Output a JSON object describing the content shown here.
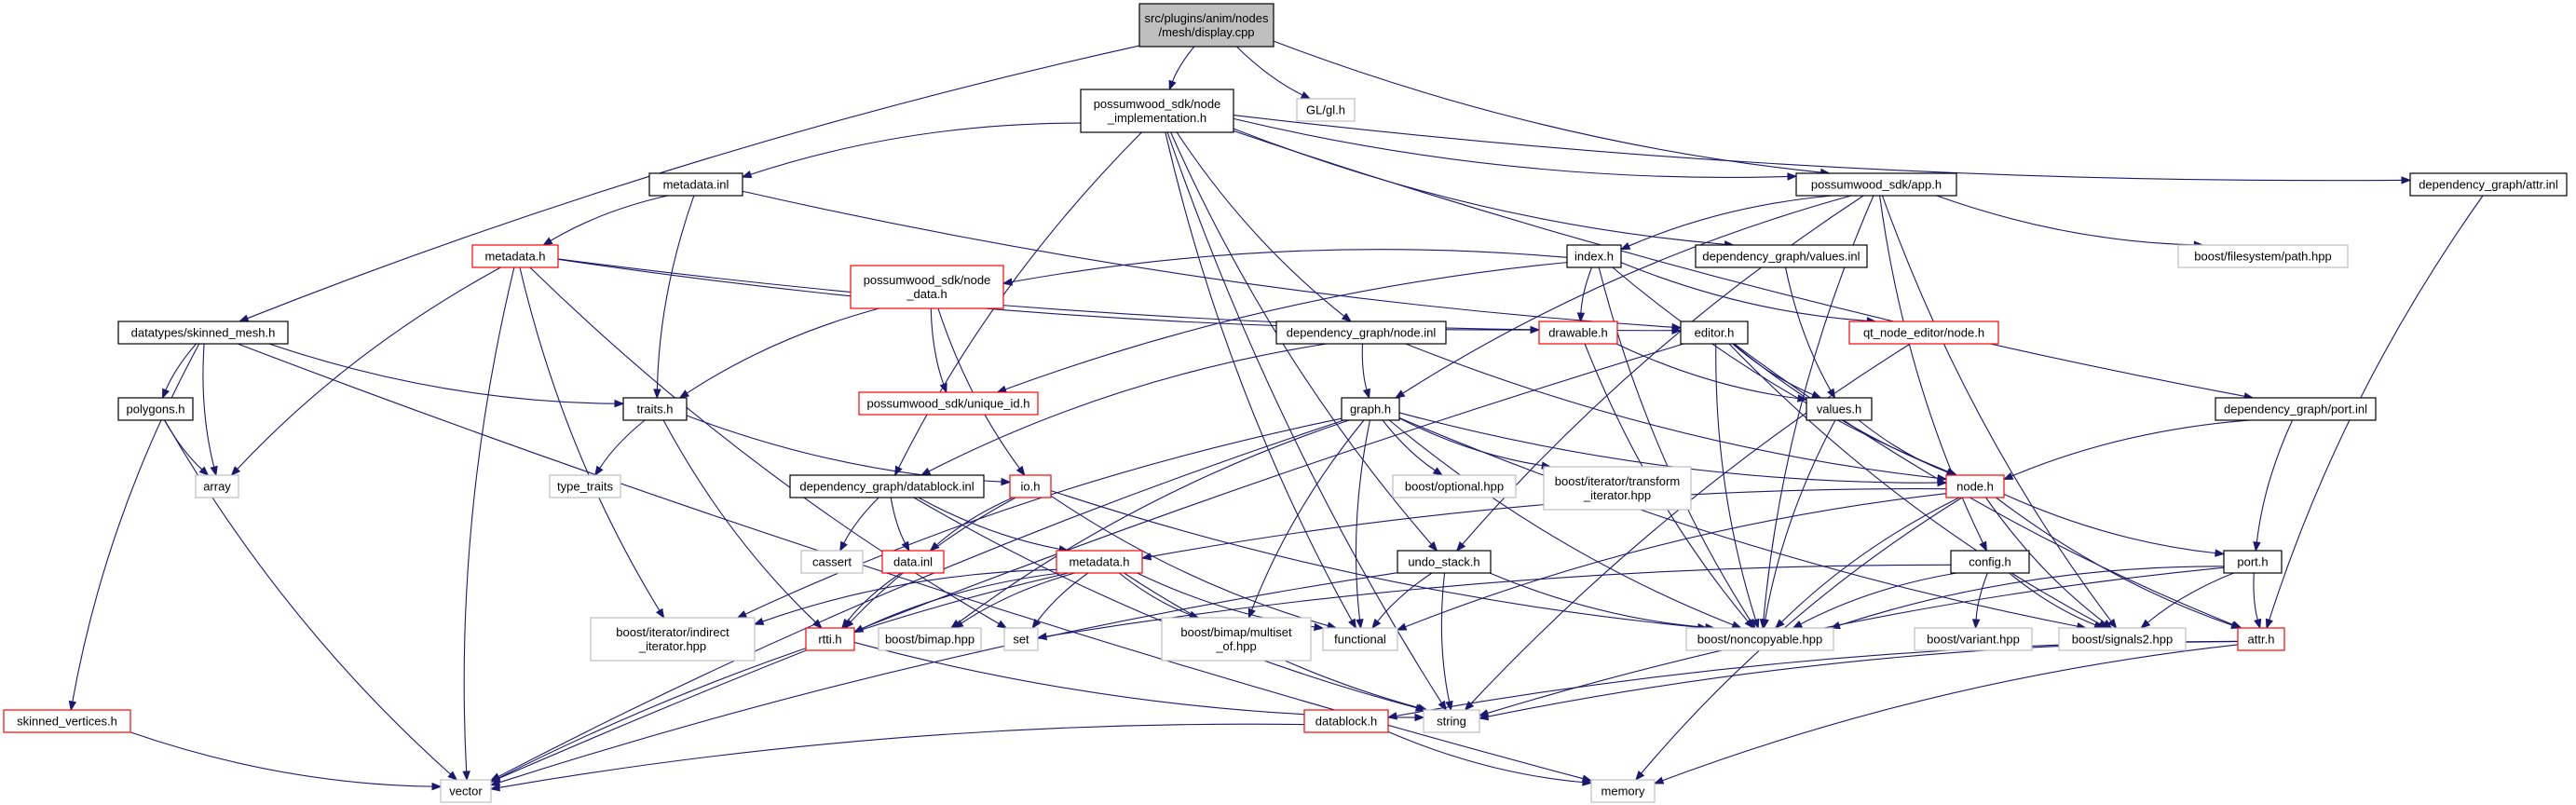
{
  "title": "",
  "colors": {
    "root_fill": "#bfbfbf",
    "root_border": "#000000",
    "local_border": "#000000",
    "missing_border": "#ff0000",
    "system_border": "#bfbfbf",
    "edge": "#191970"
  },
  "nodes": [
    {
      "id": "display_cpp",
      "lines": [
        "src/plugins/anim/nodes",
        "/mesh/display.cpp"
      ],
      "kind": "root"
    },
    {
      "id": "node_implementation_h",
      "lines": [
        "possumwood_sdk/node",
        "_implementation.h"
      ],
      "kind": "local"
    },
    {
      "id": "gl_h",
      "lines": [
        "GL/gl.h"
      ],
      "kind": "system"
    },
    {
      "id": "skinned_mesh_h",
      "lines": [
        "datatypes/skinned_mesh.h"
      ],
      "kind": "local"
    },
    {
      "id": "metadata_inl",
      "lines": [
        "metadata.inl"
      ],
      "kind": "local"
    },
    {
      "id": "app_h",
      "lines": [
        "possumwood_sdk/app.h"
      ],
      "kind": "local"
    },
    {
      "id": "attr_inl",
      "lines": [
        "dependency_graph/attr.inl"
      ],
      "kind": "local"
    },
    {
      "id": "metadata_h_top",
      "lines": [
        "metadata.h"
      ],
      "kind": "missing"
    },
    {
      "id": "values_inl",
      "lines": [
        "dependency_graph/values.inl"
      ],
      "kind": "local"
    },
    {
      "id": "filesystem_path_hpp",
      "lines": [
        "boost/filesystem/path.hpp"
      ],
      "kind": "system"
    },
    {
      "id": "index_h",
      "lines": [
        "index.h"
      ],
      "kind": "local"
    },
    {
      "id": "node_data_h",
      "lines": [
        "possumwood_sdk/node",
        "_data.h"
      ],
      "kind": "missing"
    },
    {
      "id": "drawable_h",
      "lines": [
        "drawable.h"
      ],
      "kind": "missing"
    },
    {
      "id": "editor_h",
      "lines": [
        "editor.h"
      ],
      "kind": "local"
    },
    {
      "id": "qt_node_editor_node_h",
      "lines": [
        "qt_node_editor/node.h"
      ],
      "kind": "missing"
    },
    {
      "id": "node_inl",
      "lines": [
        "dependency_graph/node.inl"
      ],
      "kind": "local"
    },
    {
      "id": "unique_id_h",
      "lines": [
        "possumwood_sdk/unique_id.h"
      ],
      "kind": "missing"
    },
    {
      "id": "polygons_h",
      "lines": [
        "polygons.h"
      ],
      "kind": "local"
    },
    {
      "id": "traits_h",
      "lines": [
        "traits.h"
      ],
      "kind": "local"
    },
    {
      "id": "graph_h",
      "lines": [
        "graph.h"
      ],
      "kind": "local"
    },
    {
      "id": "values_h",
      "lines": [
        "values.h"
      ],
      "kind": "local"
    },
    {
      "id": "port_inl",
      "lines": [
        "dependency_graph/port.inl"
      ],
      "kind": "local"
    },
    {
      "id": "array",
      "lines": [
        "array"
      ],
      "kind": "system"
    },
    {
      "id": "type_traits",
      "lines": [
        "type_traits"
      ],
      "kind": "system"
    },
    {
      "id": "datablock_inl",
      "lines": [
        "dependency_graph/datablock.inl"
      ],
      "kind": "local"
    },
    {
      "id": "io_h",
      "lines": [
        "io.h"
      ],
      "kind": "missing"
    },
    {
      "id": "boost_optional",
      "lines": [
        "boost/optional.hpp"
      ],
      "kind": "system"
    },
    {
      "id": "transform_iterator",
      "lines": [
        "boost/iterator/transform",
        "_iterator.hpp"
      ],
      "kind": "system"
    },
    {
      "id": "node_h",
      "lines": [
        "node.h"
      ],
      "kind": "missing"
    },
    {
      "id": "cassert",
      "lines": [
        "cassert"
      ],
      "kind": "system"
    },
    {
      "id": "data_inl",
      "lines": [
        "data.inl"
      ],
      "kind": "missing"
    },
    {
      "id": "metadata_h_mid",
      "lines": [
        "metadata.h"
      ],
      "kind": "missing"
    },
    {
      "id": "undo_stack_h",
      "lines": [
        "undo_stack.h"
      ],
      "kind": "local"
    },
    {
      "id": "config_h",
      "lines": [
        "config.h"
      ],
      "kind": "local"
    },
    {
      "id": "port_h",
      "lines": [
        "port.h"
      ],
      "kind": "local"
    },
    {
      "id": "indirect_iterator",
      "lines": [
        "boost/iterator/indirect",
        "_iterator.hpp"
      ],
      "kind": "system"
    },
    {
      "id": "rtti_h",
      "lines": [
        "rtti.h"
      ],
      "kind": "missing"
    },
    {
      "id": "bimap_hpp",
      "lines": [
        "boost/bimap.hpp"
      ],
      "kind": "system"
    },
    {
      "id": "set",
      "lines": [
        "set"
      ],
      "kind": "system"
    },
    {
      "id": "multiset_of",
      "lines": [
        "boost/bimap/multiset",
        "_of.hpp"
      ],
      "kind": "system"
    },
    {
      "id": "functional",
      "lines": [
        "functional"
      ],
      "kind": "system"
    },
    {
      "id": "noncopyable",
      "lines": [
        "boost/noncopyable.hpp"
      ],
      "kind": "system"
    },
    {
      "id": "variant",
      "lines": [
        "boost/variant.hpp"
      ],
      "kind": "system"
    },
    {
      "id": "signals2",
      "lines": [
        "boost/signals2.hpp"
      ],
      "kind": "system"
    },
    {
      "id": "attr_h",
      "lines": [
        "attr.h"
      ],
      "kind": "missing"
    },
    {
      "id": "skinned_vertices_h",
      "lines": [
        "skinned_vertices.h"
      ],
      "kind": "missing"
    },
    {
      "id": "datablock_h",
      "lines": [
        "datablock.h"
      ],
      "kind": "missing"
    },
    {
      "id": "string",
      "lines": [
        "string"
      ],
      "kind": "system"
    },
    {
      "id": "vector",
      "lines": [
        "vector"
      ],
      "kind": "system"
    },
    {
      "id": "memory",
      "lines": [
        "memory"
      ],
      "kind": "system"
    }
  ],
  "edges": [
    [
      "display_cpp",
      "node_implementation_h"
    ],
    [
      "display_cpp",
      "gl_h"
    ],
    [
      "display_cpp",
      "skinned_mesh_h"
    ],
    [
      "display_cpp",
      "app_h"
    ],
    [
      "node_implementation_h",
      "metadata_inl"
    ],
    [
      "node_implementation_h",
      "app_h"
    ],
    [
      "node_implementation_h",
      "attr_inl"
    ],
    [
      "node_implementation_h",
      "values_inl"
    ],
    [
      "node_implementation_h",
      "node_inl"
    ],
    [
      "node_implementation_h",
      "port_inl"
    ],
    [
      "node_implementation_h",
      "datablock_inl"
    ],
    [
      "node_implementation_h",
      "undo_stack_h"
    ],
    [
      "node_implementation_h",
      "functional"
    ],
    [
      "node_implementation_h",
      "string"
    ],
    [
      "metadata_inl",
      "metadata_h_top"
    ],
    [
      "metadata_inl",
      "traits_h"
    ],
    [
      "metadata_inl",
      "editor_h"
    ],
    [
      "metadata_h_top",
      "drawable_h"
    ],
    [
      "metadata_h_top",
      "editor_h"
    ],
    [
      "metadata_h_top",
      "array"
    ],
    [
      "metadata_h_top",
      "indirect_iterator"
    ],
    [
      "metadata_h_top",
      "set"
    ],
    [
      "metadata_h_top",
      "vector"
    ],
    [
      "skinned_mesh_h",
      "polygons_h"
    ],
    [
      "skinned_mesh_h",
      "traits_h"
    ],
    [
      "skinned_mesh_h",
      "array"
    ],
    [
      "skinned_mesh_h",
      "skinned_vertices_h"
    ],
    [
      "skinned_mesh_h",
      "memory"
    ],
    [
      "polygons_h",
      "array"
    ],
    [
      "polygons_h",
      "vector"
    ],
    [
      "app_h",
      "index_h"
    ],
    [
      "app_h",
      "filesystem_path_hpp"
    ],
    [
      "app_h",
      "graph_h"
    ],
    [
      "app_h",
      "config_h"
    ],
    [
      "app_h",
      "noncopyable"
    ],
    [
      "app_h",
      "signals2"
    ],
    [
      "app_h",
      "undo_stack_h"
    ],
    [
      "index_h",
      "node_data_h"
    ],
    [
      "index_h",
      "drawable_h"
    ],
    [
      "index_h",
      "qt_node_editor_node_h"
    ],
    [
      "index_h",
      "unique_id_h"
    ],
    [
      "index_h",
      "noncopyable"
    ],
    [
      "index_h",
      "node_h"
    ],
    [
      "node_data_h",
      "unique_id_h"
    ],
    [
      "node_data_h",
      "traits_h"
    ],
    [
      "node_data_h",
      "io_h"
    ],
    [
      "drawable_h",
      "values_h"
    ],
    [
      "drawable_h",
      "noncopyable"
    ],
    [
      "editor_h",
      "values_h"
    ],
    [
      "editor_h",
      "node_h"
    ],
    [
      "editor_h",
      "signals2"
    ],
    [
      "editor_h",
      "noncopyable"
    ],
    [
      "editor_h",
      "vector"
    ],
    [
      "editor_h",
      "attr_h"
    ],
    [
      "qt_node_editor_node_h",
      "string"
    ],
    [
      "values_inl",
      "values_h"
    ],
    [
      "values_h",
      "node_h"
    ],
    [
      "values_h",
      "noncopyable"
    ],
    [
      "node_inl",
      "graph_h"
    ],
    [
      "node_inl",
      "node_h"
    ],
    [
      "node_inl",
      "datablock_inl"
    ],
    [
      "traits_h",
      "type_traits"
    ],
    [
      "traits_h",
      "io_h"
    ],
    [
      "traits_h",
      "rtti_h"
    ],
    [
      "graph_h",
      "boost_optional"
    ],
    [
      "graph_h",
      "transform_iterator"
    ],
    [
      "graph_h",
      "node_h"
    ],
    [
      "graph_h",
      "signals2"
    ],
    [
      "graph_h",
      "noncopyable"
    ],
    [
      "graph_h",
      "functional"
    ],
    [
      "graph_h",
      "multiset_of"
    ],
    [
      "graph_h",
      "bimap_hpp"
    ],
    [
      "graph_h",
      "vector"
    ],
    [
      "graph_h",
      "indirect_iterator"
    ],
    [
      "port_inl",
      "node_h"
    ],
    [
      "port_inl",
      "port_h"
    ],
    [
      "attr_inl",
      "attr_h"
    ],
    [
      "datablock_inl",
      "cassert"
    ],
    [
      "datablock_inl",
      "data_inl"
    ],
    [
      "datablock_inl",
      "metadata_h_mid"
    ],
    [
      "datablock_inl",
      "string"
    ],
    [
      "io_h",
      "data_inl"
    ],
    [
      "io_h",
      "rtti_h"
    ],
    [
      "io_h",
      "noncopyable"
    ],
    [
      "io_h",
      "functional"
    ],
    [
      "data_inl",
      "rtti_h"
    ],
    [
      "node_h",
      "metadata_h_mid"
    ],
    [
      "node_h",
      "port_h"
    ],
    [
      "node_h",
      "attr_h"
    ],
    [
      "node_h",
      "signals2"
    ],
    [
      "node_h",
      "noncopyable"
    ],
    [
      "node_h",
      "functional"
    ],
    [
      "node_h",
      "memory"
    ],
    [
      "metadata_h_mid",
      "rtti_h"
    ],
    [
      "metadata_h_mid",
      "bimap_hpp"
    ],
    [
      "metadata_h_mid",
      "multiset_of"
    ],
    [
      "metadata_h_mid",
      "functional"
    ],
    [
      "metadata_h_mid",
      "set"
    ],
    [
      "metadata_h_mid",
      "indirect_iterator"
    ],
    [
      "metadata_h_mid",
      "vector"
    ],
    [
      "metadata_h_mid",
      "string"
    ],
    [
      "rtti_h",
      "string"
    ],
    [
      "undo_stack_h",
      "functional"
    ],
    [
      "undo_stack_h",
      "noncopyable"
    ],
    [
      "undo_stack_h",
      "string"
    ],
    [
      "undo_stack_h",
      "vector"
    ],
    [
      "config_h",
      "variant"
    ],
    [
      "config_h",
      "signals2"
    ],
    [
      "config_h",
      "noncopyable"
    ],
    [
      "config_h",
      "set"
    ],
    [
      "port_h",
      "attr_h"
    ],
    [
      "port_h",
      "signals2"
    ],
    [
      "port_h",
      "noncopyable"
    ],
    [
      "port_h",
      "string"
    ],
    [
      "attr_h",
      "string"
    ],
    [
      "attr_h",
      "memory"
    ],
    [
      "attr_h",
      "datablock_h"
    ],
    [
      "datablock_h",
      "vector"
    ],
    [
      "datablock_h",
      "memory"
    ],
    [
      "skinned_vertices_h",
      "vector"
    ]
  ]
}
